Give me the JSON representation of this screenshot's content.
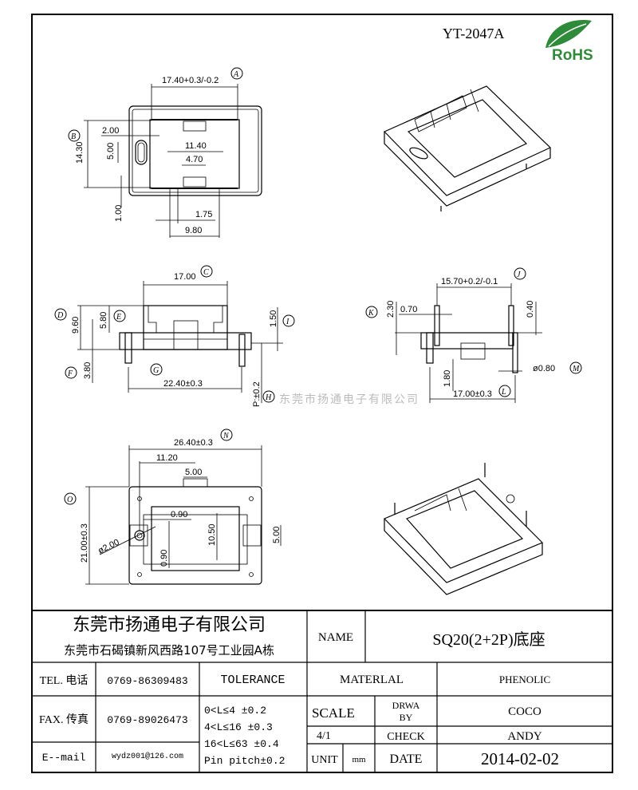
{
  "header": {
    "part_number": "YT-2047A",
    "rohs_logo_text": "RoHS"
  },
  "watermark": "东莞市扬通电子有限公司",
  "top_view": {
    "dims": [
      "17.40+0.3/-0.2",
      "14.30",
      "2.00",
      "5.00",
      "11.40",
      "4.70",
      "1.00",
      "1.75",
      "9.80"
    ],
    "labels": [
      "A",
      "B"
    ]
  },
  "front_view": {
    "dims": [
      "17.00",
      "9.60",
      "5.80",
      "1.50",
      "3.80",
      "22.40±0.3",
      "P:±0.2"
    ],
    "labels": [
      "C",
      "D",
      "E",
      "I",
      "F",
      "G",
      "H"
    ]
  },
  "side_view": {
    "dims": [
      "15.70+0.2/-0.1",
      "2.30",
      "0.70",
      "0.40",
      "ø0.80",
      "1.80",
      "17.00±0.3"
    ],
    "labels": [
      "J",
      "K",
      "M",
      "L"
    ]
  },
  "bottom_view": {
    "dims": [
      "26.40±0.3",
      "11.20",
      "5.00",
      "21.00±0.3",
      "0.90",
      "ø2.00",
      "10.50",
      "5.00",
      "0.90"
    ],
    "labels": [
      "N",
      "O"
    ]
  },
  "title_block": {
    "company": "东莞市扬通电子有限公司",
    "address": "东莞市石碣镇新风西路107号工业园A栋",
    "name_label": "NAME",
    "name_value": "SQ20(2+2P)底座",
    "tel_label": "TEL. 电话",
    "tel_value": "0769-86309483",
    "fax_label": "FAX. 传真",
    "fax_value": "0769-89026473",
    "email_label": "E--mail",
    "email_value": "wydz001@126.com",
    "tolerance_label": "TOLERANCE",
    "tolerances": [
      "0<L≤4   ±0.2",
      "4<L≤16  ±0.3",
      "16<L≤63 ±0.4",
      "Pin pitch±0.2"
    ],
    "material_label": "MATERLAL",
    "material_value": "PHENOLIC",
    "scale_label": "SCALE",
    "scale_value": "4/1",
    "drawn_by_label": [
      "DRWA",
      "BY"
    ],
    "drawn_by_value": "COCO",
    "check_label": "CHECK",
    "check_value": "ANDY",
    "unit_label": "UNIT",
    "unit_value": "mm",
    "date_label": "DATE",
    "date_value": "2014-02-02"
  },
  "colors": {
    "rohs_green": "#2e8b3a"
  }
}
